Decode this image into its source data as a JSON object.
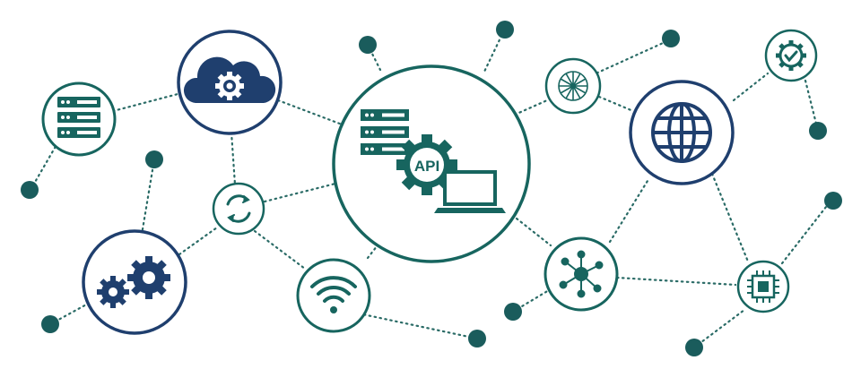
{
  "colors": {
    "navy": "#1f3f6e",
    "teal": "#17655f",
    "dot": "#1a5c5c",
    "line": "#2a6b66",
    "white": "#ffffff"
  },
  "center": {
    "label": "API",
    "icons": [
      "server-rack-icon",
      "gear-icon",
      "laptop-icon"
    ]
  },
  "nodes": [
    {
      "name": "server-node",
      "icon": "server-rack-icon"
    },
    {
      "name": "cloud-settings-node",
      "icon": "cloud-gear-icon"
    },
    {
      "name": "sync-node",
      "icon": "refresh-arrows-icon"
    },
    {
      "name": "gears-node",
      "icon": "gears-icon"
    },
    {
      "name": "wifi-node",
      "icon": "wifi-icon"
    },
    {
      "name": "network-sphere-node",
      "icon": "network-sphere-icon"
    },
    {
      "name": "globe-node",
      "icon": "globe-icon"
    },
    {
      "name": "verified-gear-node",
      "icon": "gear-check-icon"
    },
    {
      "name": "hub-node",
      "icon": "hub-network-icon"
    },
    {
      "name": "chip-node",
      "icon": "microchip-icon"
    }
  ]
}
